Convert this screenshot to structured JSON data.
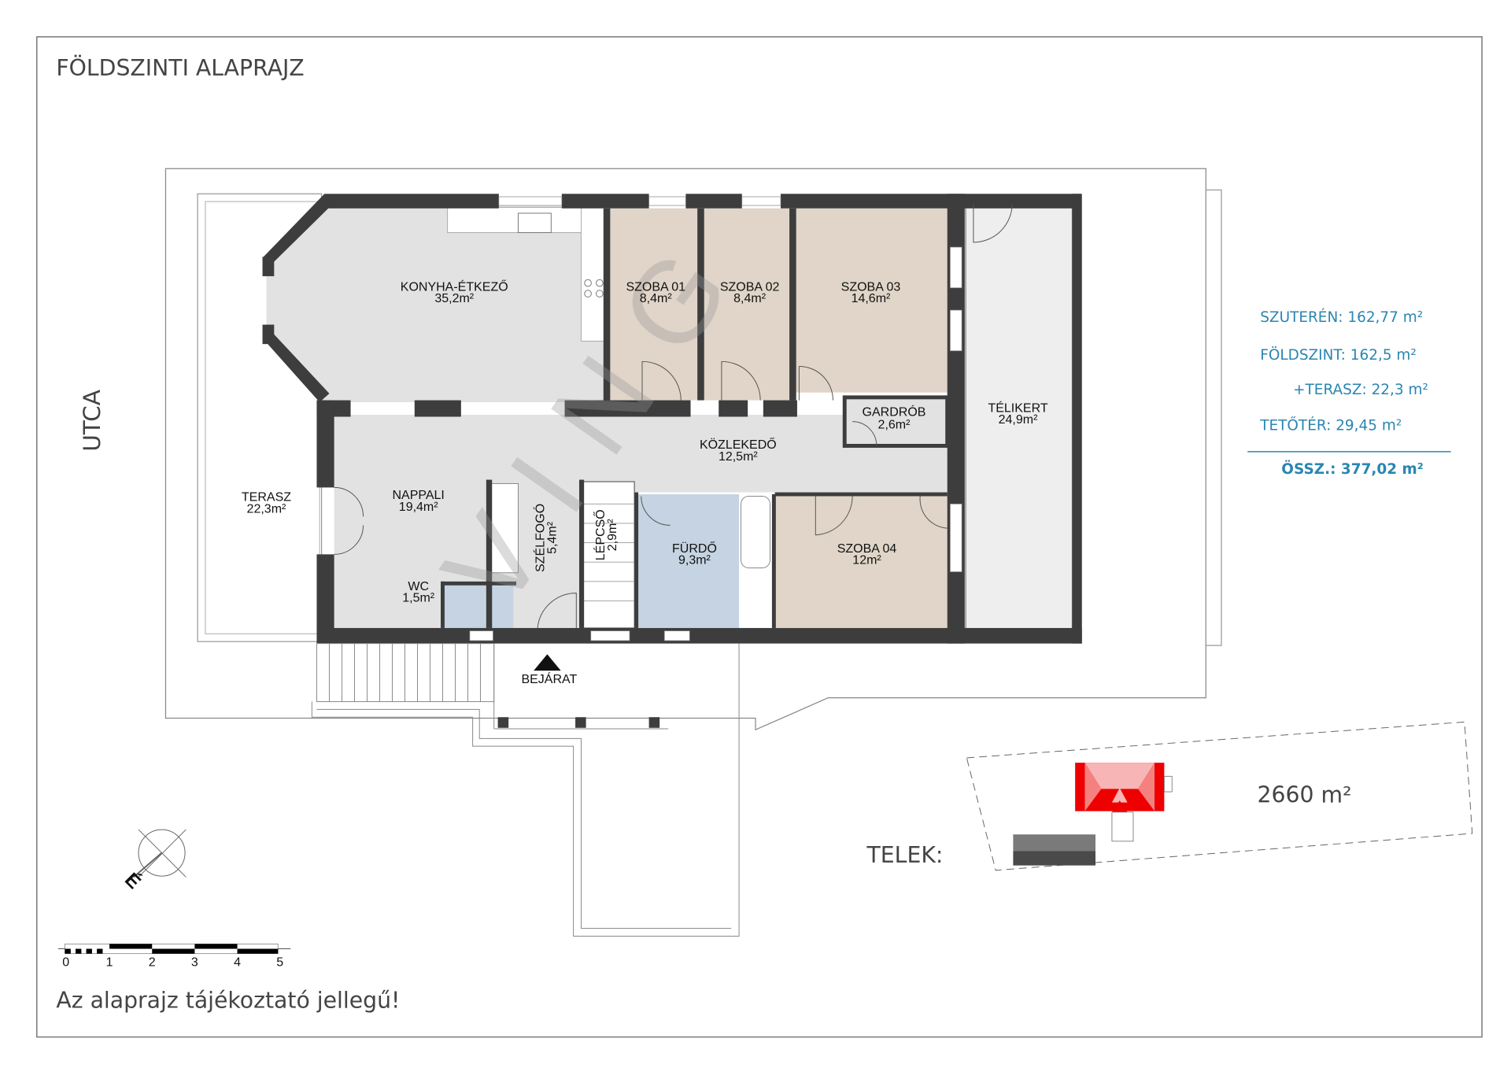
{
  "title": "FÖLDSZINTI ALAPRAJZ",
  "street_label": "UTCA",
  "entrance_label": "BEJÁRAT",
  "watermark": "VING",
  "rooms": {
    "konyha": {
      "name": "KONYHA-ÉTKEZŐ",
      "area": "35,2m²"
    },
    "szoba01": {
      "name": "SZOBA 01",
      "area": "8,4m²"
    },
    "szoba02": {
      "name": "SZOBA 02",
      "area": "8,4m²"
    },
    "szoba03": {
      "name": "SZOBA 03",
      "area": "14,6m²"
    },
    "gardrob": {
      "name": "GARDRÓB",
      "area": "2,6m²"
    },
    "telikert": {
      "name": "TÉLIKERT",
      "area": "24,9m²"
    },
    "kozlekedo": {
      "name": "KÖZLEKEDŐ",
      "area": "12,5m²"
    },
    "terasz": {
      "name": "TERASZ",
      "area": "22,3m²"
    },
    "nappali": {
      "name": "NAPPALI",
      "area": "19,4m²"
    },
    "szelfogo": {
      "name": "SZÉLFOGÓ",
      "area": "5,4m²"
    },
    "lepcso": {
      "name": "LÉPCSŐ",
      "area": "2,9m²"
    },
    "furdo": {
      "name": "FÜRDŐ",
      "area": "9,3m²"
    },
    "szoba04": {
      "name": "SZOBA 04",
      "area": "12m²"
    },
    "wc": {
      "name": "WC",
      "area": "1,5m²"
    }
  },
  "summary": {
    "suteren": "SZUTERÉN: 162,77 m²",
    "foldszint": "FÖLDSZINT: 162,5 m²",
    "terasz": "+TERASZ: 22,3 m²",
    "tetoter": "TETŐTÉR: 29,45 m²",
    "total": "ÖSSZ.: 377,02 m²"
  },
  "plot": {
    "label": "TELEK:",
    "area": "2660 m²"
  },
  "compass_letter": "É",
  "scale_bar": {
    "ticks": [
      "0",
      "1",
      "2",
      "3",
      "4",
      "5"
    ]
  },
  "disclaimer": "Az alaprajz tájékoztató jellegű!",
  "colors": {
    "wall": "#3d3d3d",
    "gray_room": "#e2e2e2",
    "bedroom": "#e0d5c8",
    "wet_room": "#c5d3e2",
    "accent": "#2a86b0",
    "roof": "#ee0000"
  }
}
